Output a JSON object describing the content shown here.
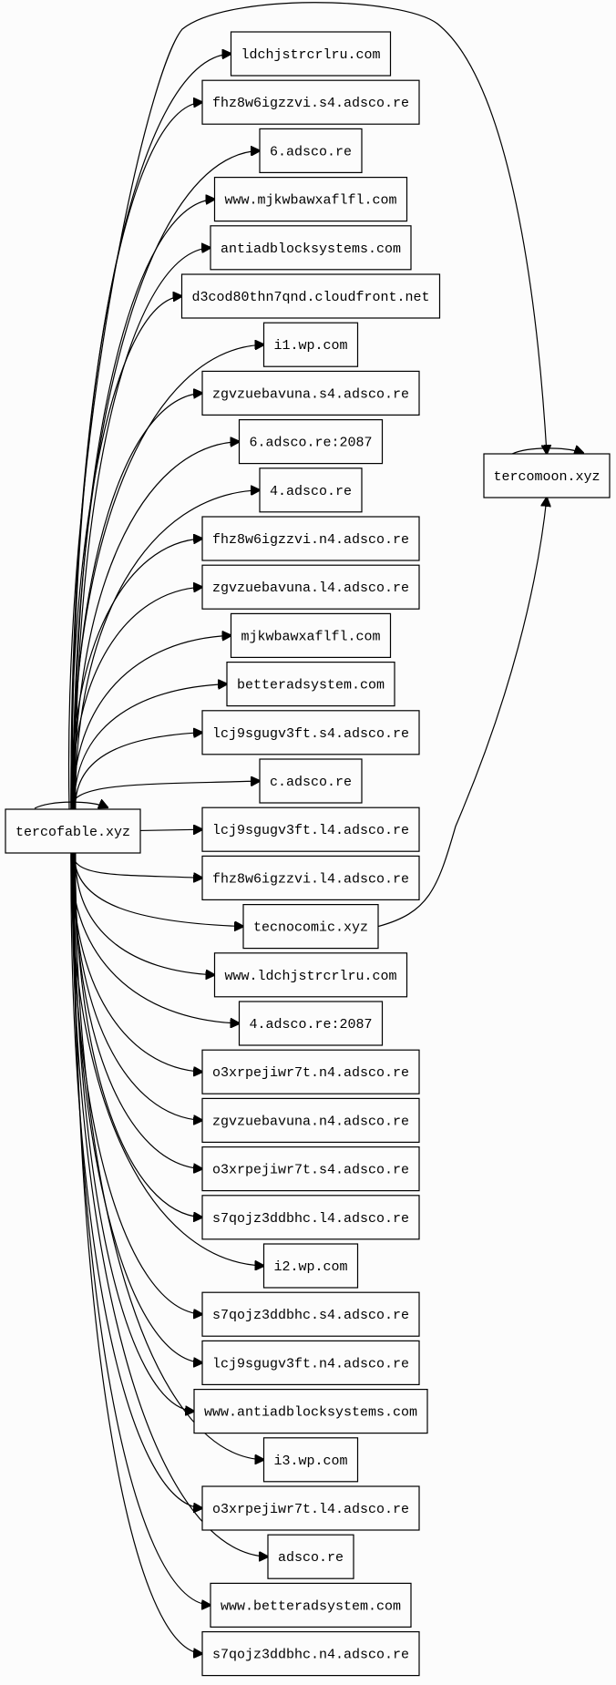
{
  "graph": {
    "source": {
      "id": "src",
      "label": "tercofable.xyz"
    },
    "hub": {
      "id": "hub",
      "label": "tercomoon.xyz"
    },
    "bridge_index": 18,
    "targets": [
      {
        "label": "ldchjstrcrlru.com"
      },
      {
        "label": "fhz8w6igzzvi.s4.adsco.re"
      },
      {
        "label": "6.adsco.re"
      },
      {
        "label": "www.mjkwbawxaflfl.com"
      },
      {
        "label": "antiadblocksystems.com"
      },
      {
        "label": "d3cod80thn7qnd.cloudfront.net"
      },
      {
        "label": "i1.wp.com"
      },
      {
        "label": "zgvzuebavuna.s4.adsco.re"
      },
      {
        "label": "6.adsco.re:2087"
      },
      {
        "label": "4.adsco.re"
      },
      {
        "label": "fhz8w6igzzvi.n4.adsco.re"
      },
      {
        "label": "zgvzuebavuna.l4.adsco.re"
      },
      {
        "label": "mjkwbawxaflfl.com"
      },
      {
        "label": "betteradsystem.com"
      },
      {
        "label": "lcj9sgugv3ft.s4.adsco.re"
      },
      {
        "label": "c.adsco.re"
      },
      {
        "label": "lcj9sgugv3ft.l4.adsco.re"
      },
      {
        "label": "fhz8w6igzzvi.l4.adsco.re"
      },
      {
        "label": "tecnocomic.xyz"
      },
      {
        "label": "www.ldchjstrcrlru.com"
      },
      {
        "label": "4.adsco.re:2087"
      },
      {
        "label": "o3xrpejiwr7t.n4.adsco.re"
      },
      {
        "label": "zgvzuebavuna.n4.adsco.re"
      },
      {
        "label": "o3xrpejiwr7t.s4.adsco.re"
      },
      {
        "label": "s7qojz3ddbhc.l4.adsco.re"
      },
      {
        "label": "i2.wp.com"
      },
      {
        "label": "s7qojz3ddbhc.s4.adsco.re"
      },
      {
        "label": "lcj9sgugv3ft.n4.adsco.re"
      },
      {
        "label": "www.antiadblocksystems.com"
      },
      {
        "label": "i3.wp.com"
      },
      {
        "label": "o3xrpejiwr7t.l4.adsco.re"
      },
      {
        "label": "adsco.re"
      },
      {
        "label": "www.betteradsystem.com"
      },
      {
        "label": "s7qojz3ddbhc.n4.adsco.re"
      }
    ]
  }
}
